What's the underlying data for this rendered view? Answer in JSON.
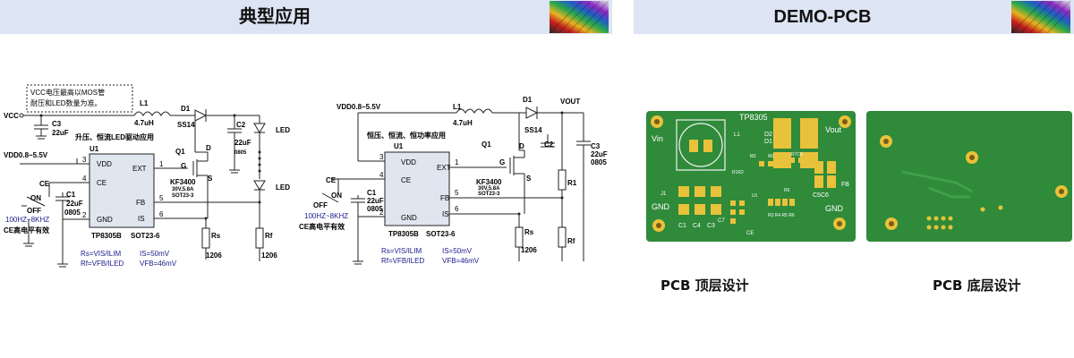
{
  "headers": {
    "left": "典型应用",
    "right": "DEMO-PCB"
  },
  "schematic1": {
    "note_line1": "VCC电压最高以MOS管",
    "note_line2": "耐压和LED数量为准。",
    "vcc": "VCC",
    "c3": "C3",
    "c3_val": "22uF",
    "l1": "L1",
    "l1_val": "4.7uH",
    "d1": "D1",
    "d1_part": "SS14",
    "c2": "C2",
    "c2_val": "22uF",
    "c2_pkg": "0805",
    "led1": "LED",
    "led2": "LED",
    "title": "升压、恒流LED驱动应用",
    "u1": "U1",
    "vdd_range": "VDD0.8~5.5V",
    "ce": "CE",
    "on": "ON",
    "off": "OFF",
    "c1": "C1",
    "c1_val": "22uF",
    "c1_pkg": "0805",
    "freq": "100HZ~8KHZ",
    "ce_note": "CE高电平有效",
    "pins": {
      "vdd": "VDD",
      "ce": "CE",
      "gnd": "GND",
      "ext": "EXT",
      "fb": "FB",
      "is": "IS"
    },
    "pin_nums": {
      "p3": "3",
      "p4": "4",
      "p2": "2",
      "p1": "1",
      "p5": "5",
      "p6": "6"
    },
    "chip": "TP8305B",
    "package": "SOT23-6",
    "q1": "Q1",
    "g": "G",
    "d": "D",
    "s": "S",
    "mos": "KF3400",
    "mos_spec": "30V,5.8A",
    "mos_pkg": "SOT23-3",
    "rs": "Rs",
    "rs_pkg": "1206",
    "rf": "Rf",
    "rf_pkg": "1206",
    "formula1": "Rs=VIS/ILIM",
    "formula2": "IS=50mV",
    "formula3": "Rf=VFB/ILED",
    "formula4": "VFB=46mV"
  },
  "schematic2": {
    "vdd_range": "VDD0.8~5.5V",
    "l1": "L1",
    "l1_val": "4.7uH",
    "d1": "D1",
    "d1_part": "SS14",
    "vout": "VOUT",
    "c2": "C2",
    "c3": "C3",
    "c3_val": "22uF",
    "c3_pkg": "0805",
    "title": "恒压、恒流、恒功率应用",
    "u1": "U1",
    "q1": "Q1",
    "g": "G",
    "d": "D",
    "s": "S",
    "mos": "KF3400",
    "mos_spec": "30V,5.8A",
    "mos_pkg": "SOT23-3",
    "ce": "CE",
    "on": "ON",
    "off": "OFF",
    "c1": "C1",
    "c1_val": "22uF",
    "c1_pkg": "0805",
    "freq": "100HZ~8KHZ",
    "ce_note": "CE高电平有效",
    "pins": {
      "vdd": "VDD",
      "ce": "CE",
      "gnd": "GND",
      "ext": "EXT",
      "fb": "FB",
      "is": "IS"
    },
    "pin_nums": {
      "p3": "3",
      "p4": "4",
      "p2": "2",
      "p1": "1",
      "p5": "5",
      "p6": "6"
    },
    "chip": "TP8305B",
    "package": "SOT23-6",
    "r1": "R1",
    "rf": "Rf",
    "rs": "Rs",
    "rs_pkg": "1206",
    "formula1": "Rs=VIS/ILIM",
    "formula2": "IS=50mV",
    "formula3": "Rf=VFB/ILED",
    "formula4": "VFB=46mV"
  },
  "pcb_top": {
    "board": "TP8305",
    "vin": "Vin",
    "vout": "Vout",
    "gnd_left": "GND",
    "gnd_right": "GND",
    "l1": "L1",
    "j1": "J1",
    "d2": "D2",
    "d1": "D1",
    "fb": "FB",
    "c5c6": "C5C6",
    "c1": "C1",
    "c4": "C4",
    "c3": "C3",
    "c7": "C7",
    "ce": "CE",
    "m1": "M1",
    "m2": "M2",
    "r7c8": "R7C8",
    "r1r2": "R1R2",
    "r5": "R5",
    "u1": "U1",
    "r3r4r5r6": "R3 R4 R5 R6"
  },
  "captions": {
    "top": "PCB  顶层设计",
    "bottom": "PCB  底层设计"
  },
  "colors": {
    "header_bg": "#dde4f3",
    "board_green": "#2f8a3a",
    "pad_gold": "#e8c23a",
    "wire_blue": "#1a1a8c"
  }
}
